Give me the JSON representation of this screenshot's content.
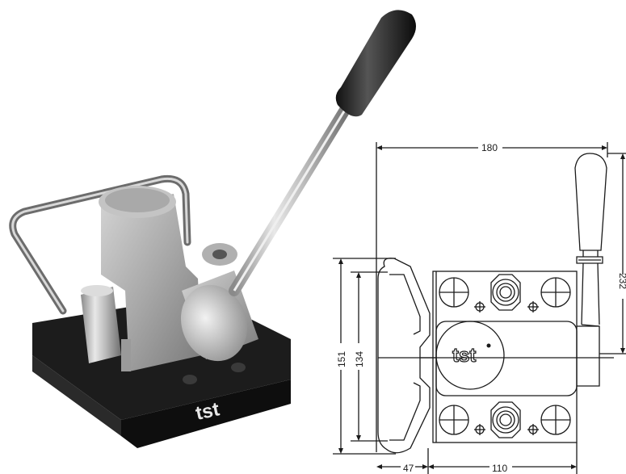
{
  "photo": {
    "brand_text": "tst"
  },
  "drawing": {
    "brand_text": "tst",
    "dimensions": {
      "overall_width": "180",
      "lever_height": "232",
      "height_outer": "151",
      "height_inner": "134",
      "handle_depth": "47",
      "body_width": "110"
    }
  }
}
